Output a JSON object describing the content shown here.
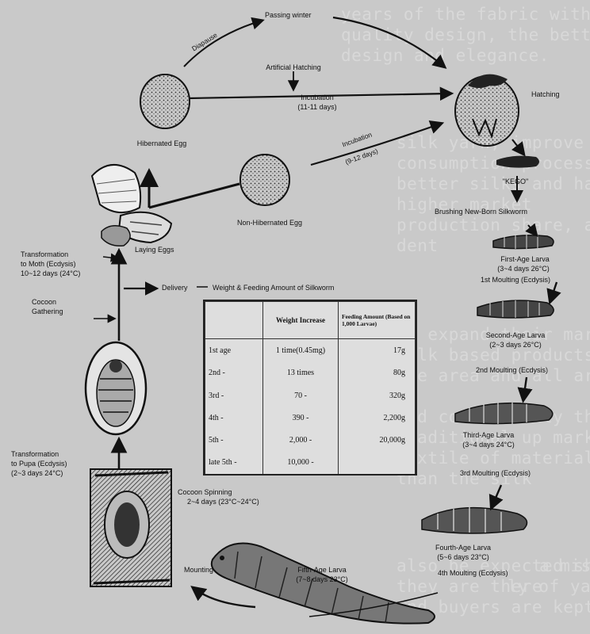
{
  "labels": {
    "passing_winter": "Passing winter",
    "diapause": "Diapause",
    "artificial_hatching": "Artificial Hatching",
    "incubation_1": "Incubation",
    "incubation_1_days": "(11-11 days)",
    "hatching": "Hatching",
    "hibernated_egg": "Hibernated Egg",
    "incubation_2": "Incubation",
    "incubation_2_days": "(9-12 days)",
    "non_hibernated_egg": "Non-Hibernated Egg",
    "kego": "\"KEGO\"",
    "brushing": "Brushing New-Born Silkworm",
    "first_age": "First-Age Larva",
    "first_age_days": "(3~4 days 26°C)",
    "first_moulting": "1st Moulting (Ecdysis)",
    "second_age": "Second-Age Larva",
    "second_age_days": "(2~3 days 26°C)",
    "second_moulting": "2nd Moulting (Ecdysis)",
    "third_age": "Third-Age Larva",
    "third_age_days": "(3~4 days 24°C)",
    "third_moulting": "3rd Moulting (Ecdysis)",
    "fourth_age": "Fourth-Age Larva",
    "fourth_age_days": "(5~6 days 23°C)",
    "fourth_moulting": "4th Moulting (Ecdysis)",
    "fifth_age": "Fifth-Age Larva",
    "fifth_age_days": "(7~8 days 23°C)",
    "mounting": "Mounting",
    "cocoon_spinning": "Cocoon Spinning",
    "cocoon_spinning_days": "2~4 days (23°C~24°C)",
    "to_pupa_1": "Transformation",
    "to_pupa_2": "to Pupa  (Ecdysis)",
    "to_pupa_3": "(2~3 days 24°C)",
    "cocoon_gathering_1": "Cocoon",
    "cocoon_gathering_2": "Gathering",
    "to_moth_1": "Transformation",
    "to_moth_2": "to Moth (Ecdysis)",
    "to_moth_3": "10~12 days (24°C)",
    "laying_eggs": "Laying Eggs",
    "delivery": "Delivery",
    "table_title": "Weight & Feeding Amount of Silkworm"
  },
  "table": {
    "headers": {
      "stage": "",
      "weight": "Weight Increase",
      "feeding": "Feeding Amount (Based on 1,000 Larvae)"
    },
    "rows": [
      {
        "stage": "1st age",
        "weight": "1 time(0.45mg)",
        "feeding": "17g"
      },
      {
        "stage": "2nd  -",
        "weight": "13 times",
        "feeding": "80g"
      },
      {
        "stage": "3rd  -",
        "weight": "70  -",
        "feeding": "320g"
      },
      {
        "stage": "4th  -",
        "weight": "390  -",
        "feeding": "2,200g"
      },
      {
        "stage": "5th  -",
        "weight": "2,000  -",
        "feeding": "20,000g"
      },
      {
        "stage": "late 5th  -",
        "weight": "10,000  -",
        "feeding": ""
      }
    ]
  },
  "background_text": [
    "years of the fabric with",
    "quality design, the better",
    "design and elegance.",
    "silk yarn,  improve the quality through",
    "  consumption  process of producing",
    "            better silks and have",
    "            higher market",
    "            production share, also h",
    "            dent",
    "            to expand their market in",
    "            silk based products  in",
    "            the area and all areas",
    "            ",
    "            and consistently the",
    "            traditional up markets f",
    "            textile of materials",
    "            than the silk",
    "            also be expected  shown",
    "            they are there",
    "            and buyers are kept do",
    "a mis",
    "ly of yarn"
  ]
}
